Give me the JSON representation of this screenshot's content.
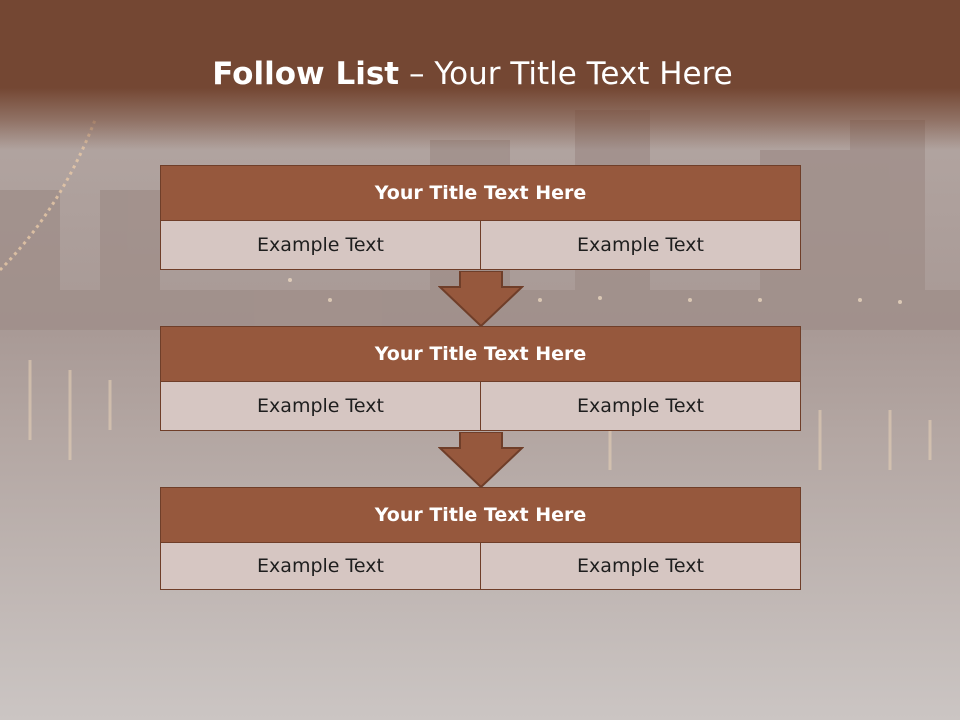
{
  "slide": {
    "title_lead": "Follow List",
    "title_rest": "– Your Title Text Here"
  },
  "blocks": [
    {
      "title": "Your Title Text Here",
      "left": "Example Text",
      "right": "Example Text"
    },
    {
      "title": "Your Title Text Here",
      "left": "Example Text",
      "right": "Example Text"
    },
    {
      "title": "Your Title Text Here",
      "left": "Example Text",
      "right": "Example Text"
    }
  ],
  "colors": {
    "header": "#744733",
    "block_title": "#96583d",
    "block_cell": "#d6c6c2",
    "arrow": "#96583d",
    "background": "#c9c2bf"
  },
  "background_image": "night-harbor-skyline-photo"
}
